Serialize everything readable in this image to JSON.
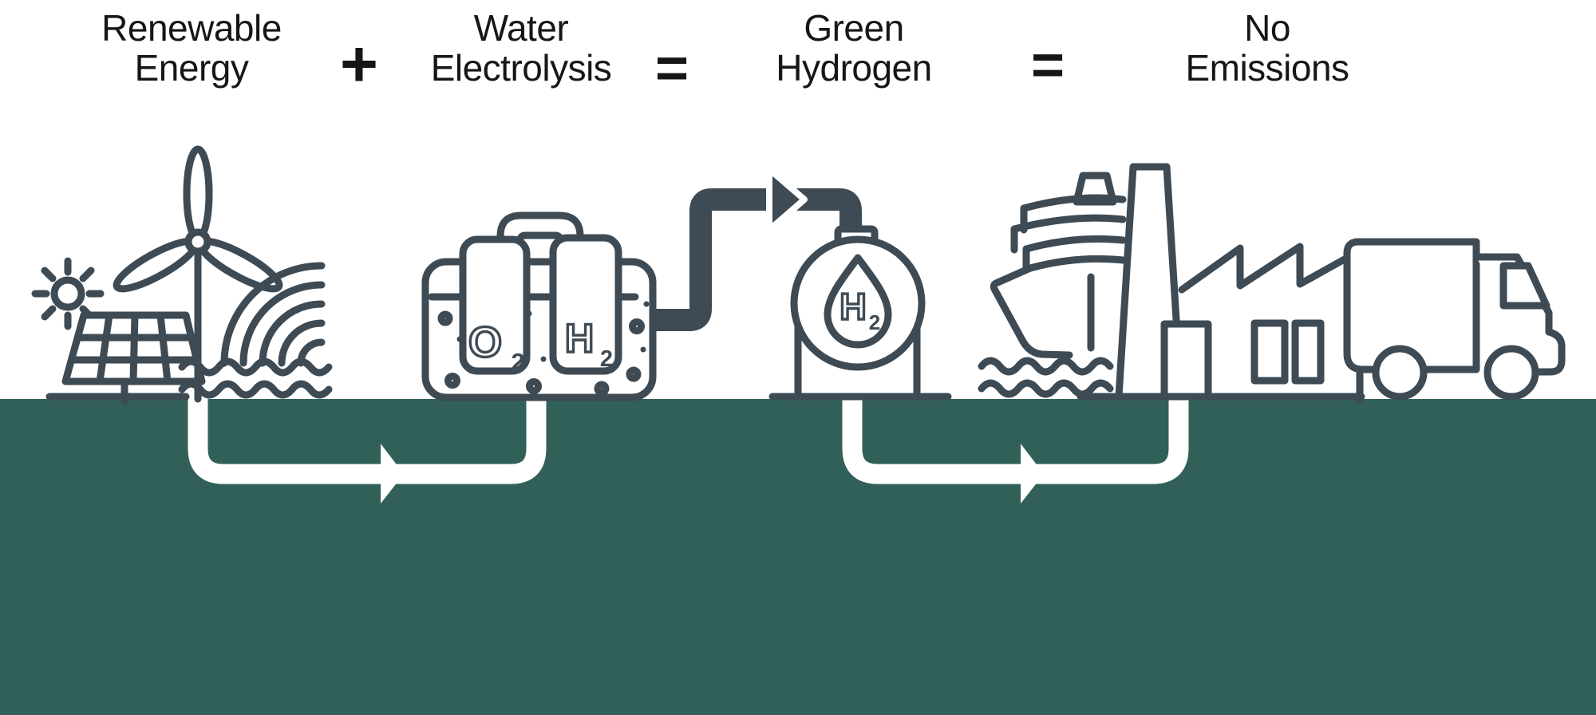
{
  "title_row": {
    "terms": [
      {
        "line1": "Renewable",
        "line2": "Energy"
      },
      {
        "line1": "Water",
        "line2": "Electrolysis"
      },
      {
        "line1": "Green",
        "line2": "Hydrogen"
      },
      {
        "line1": "No",
        "line2": "Emissions"
      }
    ],
    "operators": {
      "plus": "+",
      "equals1": "=",
      "equals2": "="
    }
  },
  "diagram": {
    "electrolyzer": {
      "oxygen_letter": "O",
      "oxygen_subscript": "2",
      "hydrogen_letter": "H",
      "hydrogen_subscript": "2"
    },
    "storage_tank": {
      "hydrogen_letter": "H",
      "hydrogen_subscript": "2"
    },
    "icons": [
      "sun-icon",
      "solar-panel-icon",
      "wind-turbine-icon",
      "hydro-waterfall-icon",
      "electrolyzer-tank-icon",
      "pipe-flow-arrow-icon",
      "hydrogen-storage-tank-icon",
      "ship-icon",
      "factory-icon",
      "truck-icon",
      "flow-arrow-left",
      "flow-arrow-right"
    ]
  },
  "colors": {
    "slate": "#3E4A54",
    "teal": "#316058",
    "ink": "#161616",
    "paper": "#FFFFFF"
  }
}
